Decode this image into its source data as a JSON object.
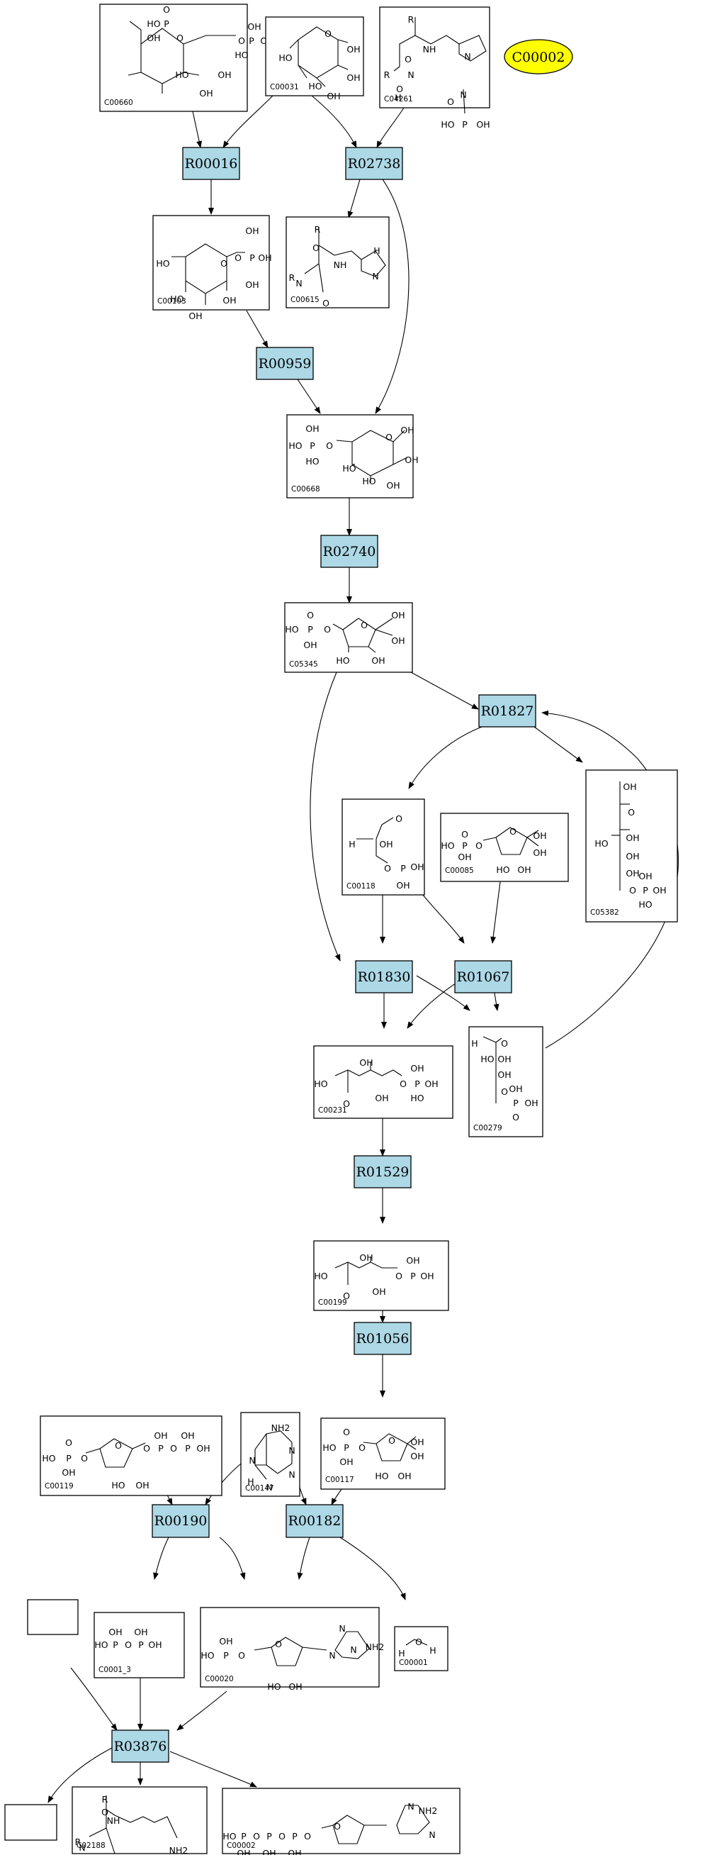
{
  "compounds": [
    {
      "id": "C00660",
      "atoms": [
        [
          "HO",
          76,
          20
        ],
        [
          "P",
          94,
          20
        ],
        [
          "O",
          94,
          0
        ],
        [
          "OH",
          76,
          40
        ],
        [
          "O",
          113,
          40
        ],
        [
          "O",
          200,
          44
        ],
        [
          "P",
          214,
          44
        ],
        [
          "OH",
          218,
          24
        ],
        [
          "OH",
          236,
          44
        ],
        [
          "HO",
          200,
          64
        ],
        [
          "HO",
          116,
          92
        ],
        [
          "OH",
          150,
          118
        ],
        [
          "OH",
          176,
          92
        ]
      ]
    },
    {
      "id": "C00031",
      "atoms": [
        [
          "HO",
          28,
          50
        ],
        [
          "O",
          88,
          16
        ],
        [
          "OH",
          124,
          38
        ],
        [
          "HO",
          70,
          90
        ],
        [
          "OH",
          96,
          104
        ],
        [
          "OH",
          124,
          78
        ]
      ]
    },
    {
      "id": "C04261",
      "atoms": [
        [
          "R",
          44,
          10
        ],
        [
          "O",
          40,
          66
        ],
        [
          "NH",
          70,
          52
        ],
        [
          "N",
          44,
          88
        ],
        [
          "R",
          10,
          88
        ],
        [
          "O",
          28,
          108
        ],
        [
          "H",
          26,
          120
        ],
        [
          "N",
          124,
          62
        ],
        [
          "N",
          118,
          116
        ],
        [
          "O",
          100,
          126
        ],
        [
          "P",
          120,
          158
        ],
        [
          "OH",
          146,
          158
        ],
        [
          "HO",
          96,
          158
        ]
      ]
    },
    {
      "id": "C00103",
      "atoms": [
        [
          "OH",
          140,
          14
        ],
        [
          "O",
          120,
          52
        ],
        [
          "P",
          140,
          52
        ],
        [
          "HO",
          14,
          60
        ],
        [
          "O",
          100,
          60
        ],
        [
          "OH",
          158,
          52
        ],
        [
          "OH",
          140,
          90
        ],
        [
          "HO",
          34,
          110
        ],
        [
          "OH",
          60,
          134
        ],
        [
          "OH",
          108,
          112
        ]
      ]
    },
    {
      "id": "C00615",
      "atoms": [
        [
          "R",
          44,
          10
        ],
        [
          "O",
          42,
          36
        ],
        [
          "NH",
          76,
          60
        ],
        [
          "N",
          18,
          86
        ],
        [
          "R",
          8,
          78
        ],
        [
          "H",
          128,
          40
        ],
        [
          "N",
          126,
          76
        ],
        [
          "O",
          56,
          114
        ]
      ]
    },
    {
      "id": "C00668",
      "atoms": [
        [
          "OH",
          36,
          12
        ],
        [
          "HO",
          12,
          36
        ],
        [
          "P",
          36,
          36
        ],
        [
          "O",
          60,
          36
        ],
        [
          "HO",
          36,
          58
        ],
        [
          "O",
          144,
          24
        ],
        [
          "OH",
          170,
          14
        ],
        [
          "OH",
          176,
          56
        ],
        [
          "HO",
          88,
          68
        ],
        [
          "HO",
          116,
          86
        ],
        [
          "OH",
          150,
          92
        ]
      ]
    },
    {
      "id": "C05345",
      "atoms": [
        [
          "HO",
          10,
          30
        ],
        [
          "P",
          36,
          30
        ],
        [
          "O",
          60,
          30
        ],
        [
          "O",
          36,
          10
        ],
        [
          "OH",
          36,
          52
        ],
        [
          "O",
          112,
          24
        ],
        [
          "OH",
          160,
          10
        ],
        [
          "OH",
          160,
          46
        ],
        [
          "HO",
          82,
          74
        ],
        [
          "OH",
          132,
          74
        ]
      ]
    },
    {
      "id": "C00118",
      "atoms": [
        [
          "O",
          80,
          20
        ],
        [
          "H",
          14,
          56
        ],
        [
          "OH",
          62,
          56
        ],
        [
          "O",
          64,
          90
        ],
        [
          "P",
          86,
          90
        ],
        [
          "OH",
          106,
          88
        ],
        [
          "OH",
          86,
          114
        ]
      ]
    },
    {
      "id": "C00085",
      "atoms": [
        [
          "O",
          34,
          22
        ],
        [
          "HO",
          10,
          38
        ],
        [
          "P",
          34,
          38
        ],
        [
          "O",
          54,
          38
        ],
        [
          "OH",
          34,
          54
        ],
        [
          "O",
          102,
          18
        ],
        [
          "OH",
          140,
          24
        ],
        [
          "OH",
          140,
          48
        ],
        [
          "HO",
          88,
          72
        ],
        [
          "OH",
          118,
          72
        ]
      ]
    },
    {
      "id": "C05382",
      "atoms": [
        [
          "OH",
          62,
          16
        ],
        [
          "O",
          64,
          52
        ],
        [
          "HO",
          22,
          96
        ],
        [
          "OH",
          66,
          88
        ],
        [
          "OH",
          66,
          114
        ],
        [
          "OH",
          66,
          138
        ],
        [
          "O",
          66,
          162
        ],
        [
          "P",
          84,
          162
        ],
        [
          "OH",
          84,
          142
        ],
        [
          "OH",
          104,
          162
        ],
        [
          "HO",
          84,
          182
        ]
      ]
    },
    {
      "id": "C00231",
      "atoms": [
        [
          "OH",
          74,
          16
        ],
        [
          "HO",
          10,
          46
        ],
        [
          "O",
          46,
          74
        ],
        [
          "OH",
          96,
          66
        ],
        [
          "O",
          126,
          46
        ],
        [
          "P",
          146,
          46
        ],
        [
          "OH",
          146,
          24
        ],
        [
          "OH",
          166,
          46
        ],
        [
          "HO",
          146,
          66
        ]
      ]
    },
    {
      "id": "C00279",
      "atoms": [
        [
          "H",
          8,
          16
        ],
        [
          "O",
          50,
          16
        ],
        [
          "HO",
          26,
          38
        ],
        [
          "OH",
          50,
          38
        ],
        [
          "OH",
          50,
          60
        ],
        [
          "O",
          50,
          84
        ],
        [
          "P",
          66,
          100
        ],
        [
          "OH",
          66,
          80
        ],
        [
          "OH",
          88,
          100
        ],
        [
          "O",
          66,
          120
        ]
      ]
    },
    {
      "id": "C00199",
      "atoms": [
        [
          "OH",
          74,
          16
        ],
        [
          "HO",
          10,
          42
        ],
        [
          "O",
          46,
          70
        ],
        [
          "OH",
          92,
          64
        ],
        [
          "O",
          120,
          42
        ],
        [
          "P",
          140,
          42
        ],
        [
          "OH",
          140,
          20
        ],
        [
          "OH",
          160,
          42
        ]
      ]
    },
    {
      "id": "C00117",
      "atoms": [
        [
          "O",
          36,
          12
        ],
        [
          "HO",
          12,
          34
        ],
        [
          "P",
          36,
          34
        ],
        [
          "O",
          58,
          34
        ],
        [
          "OH",
          36,
          54
        ],
        [
          "O",
          100,
          24
        ],
        [
          "OH",
          136,
          26
        ],
        [
          "OH",
          136,
          46
        ],
        [
          "HO",
          86,
          74
        ],
        [
          "OH",
          118,
          74
        ]
      ]
    },
    {
      "id": "C00119",
      "atoms": [
        [
          "O",
          40,
          30
        ],
        [
          "HO",
          12,
          52
        ],
        [
          "P",
          40,
          52
        ],
        [
          "O",
          62,
          52
        ],
        [
          "OH",
          40,
          72
        ],
        [
          "O",
          110,
          34
        ],
        [
          "O",
          150,
          38
        ],
        [
          "P",
          170,
          38
        ],
        [
          "O",
          188,
          38
        ],
        [
          "P",
          208,
          38
        ],
        [
          "OH",
          230,
          38
        ],
        [
          "OH",
          170,
          20
        ],
        [
          "OH",
          208,
          20
        ],
        [
          "HO",
          110,
          90
        ],
        [
          "OH",
          144,
          90
        ]
      ]
    },
    {
      "id": "C00147",
      "atoms": [
        [
          "NH2",
          56,
          14
        ],
        [
          "N",
          72,
          46
        ],
        [
          "N",
          16,
          60
        ],
        [
          "N",
          72,
          80
        ],
        [
          "H",
          14,
          90
        ],
        [
          "N",
          40,
          98
        ]
      ]
    },
    {
      "id": "C0001_3",
      "atoms": [
        [
          "HO",
          10,
          38
        ],
        [
          "P",
          30,
          38
        ],
        [
          "O",
          48,
          38
        ],
        [
          "P",
          66,
          38
        ],
        [
          "OH",
          86,
          38
        ],
        [
          "OH",
          30,
          20
        ],
        [
          "OH",
          66,
          20
        ]
      ]
    },
    {
      "id": "C00020",
      "atoms": [
        [
          "N",
          200,
          22
        ],
        [
          "N",
          216,
          52
        ],
        [
          "NH2",
          246,
          48
        ],
        [
          "HO",
          10,
          60
        ],
        [
          "P",
          36,
          60
        ],
        [
          "O",
          58,
          60
        ],
        [
          "OH",
          36,
          40
        ],
        [
          "N",
          186,
          60
        ],
        [
          "O",
          110,
          44
        ],
        [
          "HO",
          104,
          104
        ],
        [
          "OH",
          134,
          104
        ]
      ]
    },
    {
      "id": "C00001",
      "atoms": [
        [
          "H",
          10,
          30
        ],
        [
          "O",
          34,
          14
        ],
        [
          "H",
          54,
          26
        ]
      ]
    },
    {
      "id": "C02188",
      "atoms": [
        [
          "R",
          46,
          10
        ],
        [
          "NH",
          58,
          40
        ],
        [
          "O",
          46,
          28
        ],
        [
          "N",
          14,
          78
        ],
        [
          "R",
          8,
          70
        ],
        [
          "NH2",
          150,
          82
        ],
        [
          "O",
          60,
          112
        ]
      ]
    },
    {
      "id": "C00002",
      "atoms": [
        [
          "N",
          266,
          18
        ],
        [
          "NH2",
          290,
          24
        ],
        [
          "N",
          296,
          58
        ],
        [
          "HO",
          10,
          60
        ],
        [
          "P",
          30,
          60
        ],
        [
          "O",
          48,
          60
        ],
        [
          "P",
          66,
          60
        ],
        [
          "O",
          84,
          60
        ],
        [
          "P",
          102,
          60
        ],
        [
          "O",
          120,
          60
        ],
        [
          "OH",
          30,
          84
        ],
        [
          "OH",
          66,
          84
        ],
        [
          "OH",
          102,
          84
        ],
        [
          "O",
          162,
          46
        ],
        [
          "HO",
          158,
          104
        ],
        [
          "OH",
          186,
          104
        ]
      ]
    }
  ],
  "reactions": [
    "R00016",
    "R02738",
    "R00959",
    "R02740",
    "R01827",
    "R01830",
    "R01067",
    "R01529",
    "R01056",
    "R00190",
    "R00182",
    "R03876"
  ],
  "ellipses": [
    {
      "label": "C00002"
    }
  ],
  "colors": {
    "reaction_fill": "#add8e6",
    "compound_fill": "#ffffff",
    "ellipse_fill": "#ffff00",
    "stroke": "#000000"
  }
}
